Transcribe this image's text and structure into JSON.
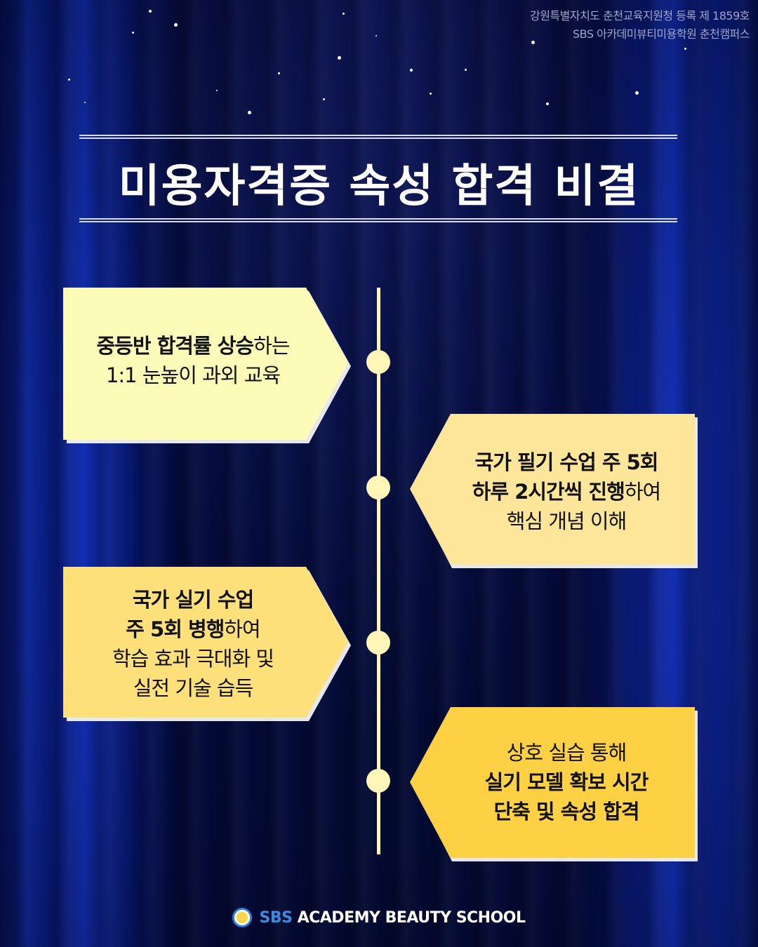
{
  "registration": {
    "line1": "강원특별자치도 춘천교육지원청 등록 제 1859호",
    "line2": "SBS 아카데미뷰티미용학원 춘천캠퍼스"
  },
  "title": "미용자격증 속성 합격 비결",
  "steps": [
    {
      "bold1": "중등반 합격률 상승",
      "rest1": "하는",
      "line2": "1:1 눈높이 과외 교육"
    },
    {
      "line1": "국가 필기 수업 주 5회",
      "bold2": "하루 2시간씩 진행",
      "rest2": "하여",
      "line3": "핵심 개념 이해"
    },
    {
      "line1": "국가 실기 수업",
      "bold2": "주 5회 병행",
      "rest2": "하여",
      "line3": "학습 효과 극대화 및",
      "line4": "실전 기술 습득"
    },
    {
      "line1": "상호 실습 통해",
      "line2": "실기 모델 확보 시간",
      "line3": "단축 및 속성 합격"
    }
  ],
  "colors": {
    "card1": "#fdfbb8",
    "card2": "#fde69a",
    "card3": "#fde07a",
    "card4": "#fdd143",
    "timeline": "#fff6b8"
  },
  "footer": {
    "icon": "sbs-logo-icon",
    "brand_sbs": "SBS",
    "brand_rest": " ACADEMY BEAUTY SCHOOL"
  }
}
